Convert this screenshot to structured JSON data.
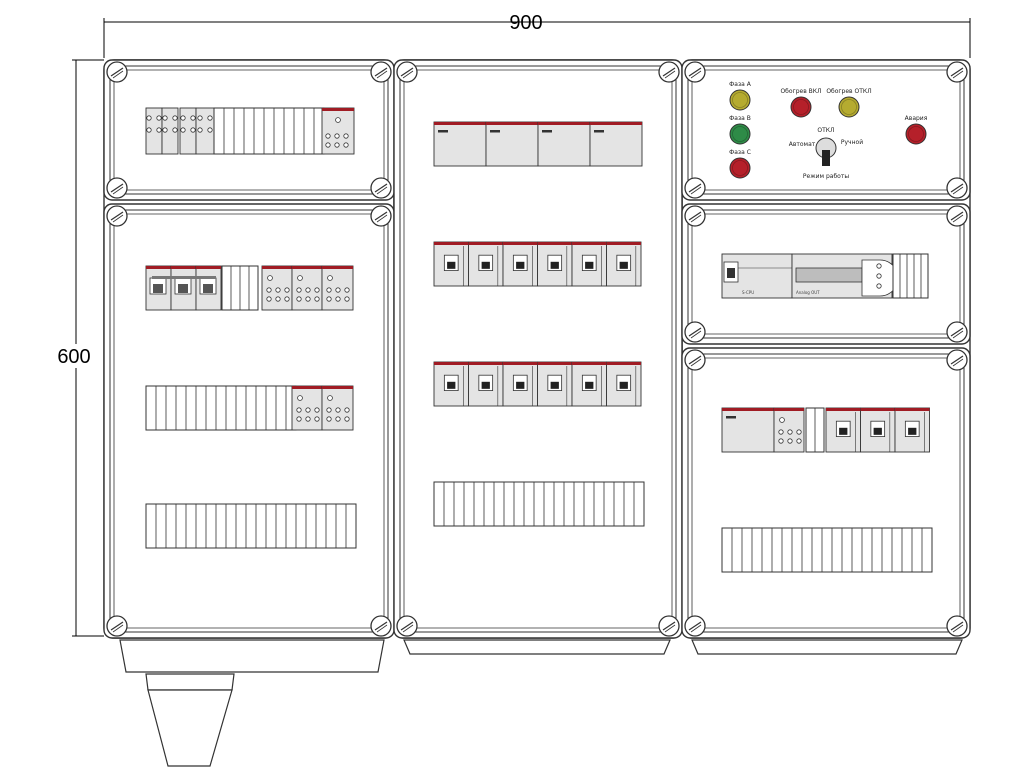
{
  "dimensions": {
    "width": "900",
    "height": "600"
  },
  "sections": [
    {
      "id": "left-top",
      "kind": "power",
      "terminal_count": 0
    },
    {
      "id": "left-bottom",
      "kind": "power",
      "terminal_count": 0
    },
    {
      "id": "middle",
      "kind": "breakers",
      "terminal_count": 0
    },
    {
      "id": "right-top",
      "kind": "control",
      "terminal_count": 0
    },
    {
      "id": "right-middle",
      "kind": "controller",
      "terminal_count": 0
    },
    {
      "id": "right-bottom",
      "kind": "io",
      "terminal_count": 0
    }
  ],
  "lamps": {
    "phase_a": {
      "label": "Фаза А",
      "color": "#b5ab30"
    },
    "phase_b": {
      "label": "Фаза В",
      "color": "#2e8b47"
    },
    "phase_c": {
      "label": "Фаза С",
      "color": "#b5202a"
    },
    "heat_on": {
      "label": "Обогрев ВКЛ",
      "color": "#b5202a"
    },
    "heat_off": {
      "label": "Обогрев ОТКЛ",
      "color": "#b5ab30"
    },
    "alarm": {
      "label": "Авария",
      "color": "#b5202a"
    }
  },
  "selector": {
    "label_top": "ОТКЛ",
    "label_left": "Автомат",
    "label_right": "Ручной",
    "label_bottom": "Режим работы"
  },
  "controller": {
    "label_left": "S-CPU",
    "label_right": "Analog OUT"
  },
  "colors": {
    "enclosure_stroke": "#333333",
    "device_fill": "#e4e4e4",
    "device_accent": "#a01c24",
    "lamp_yellow": "#b5ab30",
    "lamp_green": "#2e8b47",
    "lamp_red": "#b5202a"
  }
}
